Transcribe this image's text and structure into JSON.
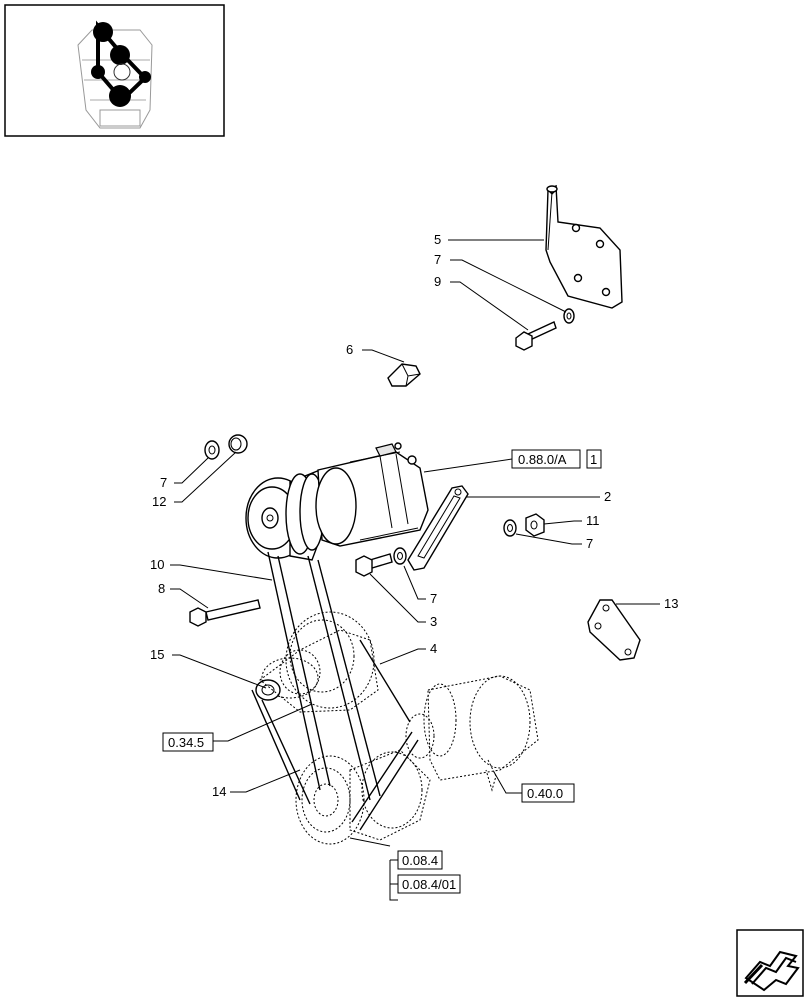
{
  "thumbnail": {
    "icon": "engine-thumbnail-icon"
  },
  "callouts": [
    {
      "id": "c5",
      "text": "5"
    },
    {
      "id": "c7a",
      "text": "7"
    },
    {
      "id": "c9",
      "text": "9"
    },
    {
      "id": "c6",
      "text": "6"
    },
    {
      "id": "c7b",
      "text": "7"
    },
    {
      "id": "c12",
      "text": "12"
    },
    {
      "id": "c2",
      "text": "2"
    },
    {
      "id": "c11",
      "text": "11"
    },
    {
      "id": "c7c",
      "text": "7"
    },
    {
      "id": "c10",
      "text": "10"
    },
    {
      "id": "c8",
      "text": "8"
    },
    {
      "id": "c7d",
      "text": "7"
    },
    {
      "id": "c3",
      "text": "3"
    },
    {
      "id": "c13",
      "text": "13"
    },
    {
      "id": "c4",
      "text": "4"
    },
    {
      "id": "c15",
      "text": "15"
    },
    {
      "id": "c14",
      "text": "14"
    }
  ],
  "references": [
    {
      "id": "r1",
      "text": "0.88.0/A"
    },
    {
      "id": "r2",
      "text": "1"
    },
    {
      "id": "r3",
      "text": "0.34.5"
    },
    {
      "id": "r4",
      "text": "0.40.0"
    },
    {
      "id": "r5",
      "text": "0.08.4"
    },
    {
      "id": "r6",
      "text": "0.08.4/01"
    }
  ],
  "nav": {
    "icon": "next-page-arrow-icon"
  }
}
